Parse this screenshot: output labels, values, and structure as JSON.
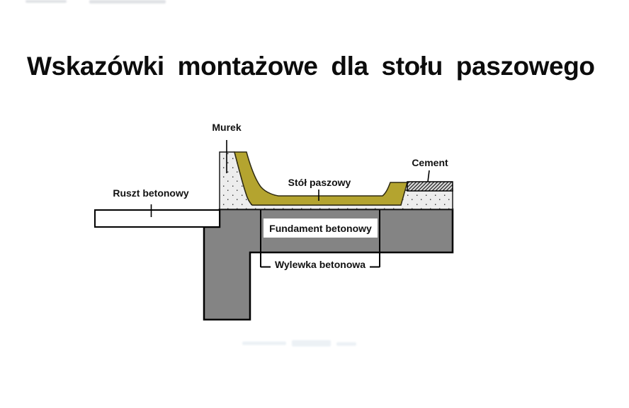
{
  "title": "Wskazówki montażowe dla stołu paszowego",
  "diagram": {
    "labels": {
      "murek": "Murek",
      "ruszt_betonowy": "Ruszt betonowy",
      "stol_paszowy": "Stół paszowy",
      "cement": "Cement",
      "fundament_betonowy": "Fundament betonowy",
      "wylewka_betonowa": "Wylewka betonowa"
    },
    "colors": {
      "foundation_gray": "#848484",
      "concrete_bg": "#ededed",
      "speckle_dot": "#2e2e2e",
      "feed_table_yellow": "#b4a42f",
      "cement_bg": "#d8d8d8",
      "hatch_line": "#222222",
      "slab_white": "#ffffff",
      "outline": "#000000",
      "text": "#111111"
    }
  }
}
